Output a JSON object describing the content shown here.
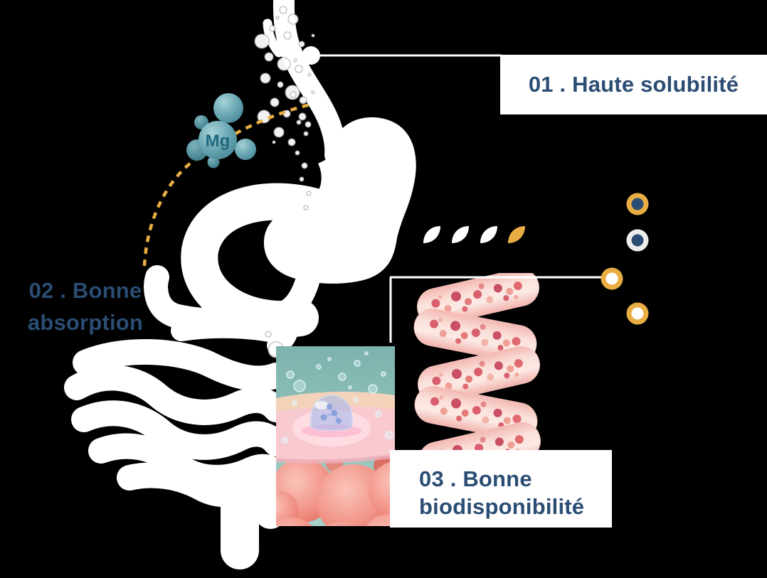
{
  "colors": {
    "background": "#000000",
    "navy": "#2b4d73",
    "gold": "#e8ad43",
    "white": "#ffffff",
    "teal_molecule": "#5d9aa8",
    "villi_pink": "#f6c6c0",
    "cell_red": "#ef8a80"
  },
  "steps": {
    "step1": {
      "label": "01 . Haute solubilité"
    },
    "step2": {
      "line1": "02 . Bonne",
      "line2": "absorption"
    },
    "step3": {
      "line1": "03 . Bonne",
      "line2": "biodisponibilité"
    }
  },
  "molecule": {
    "symbol": "Mg"
  }
}
